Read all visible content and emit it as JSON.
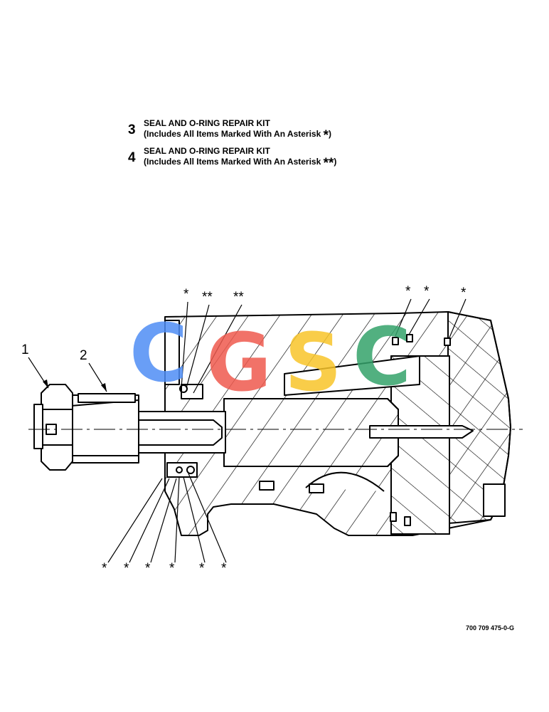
{
  "legend": [
    {
      "number": "3",
      "title": "SEAL AND O-RING REPAIR KIT",
      "desc": "(Includes All Items Marked With An Asterisk",
      "mark": "*",
      "close": ")"
    },
    {
      "number": "4",
      "title": "SEAL AND O-RING REPAIR KIT",
      "desc": "(Includes All Items Marked With An Asterisk",
      "mark": "**",
      "close": ")"
    }
  ],
  "callouts": {
    "item1": "1",
    "item2": "2",
    "top": [
      "*",
      "**",
      "**",
      "*",
      "*",
      "*"
    ],
    "bottom": [
      "*",
      "*",
      "*",
      "*",
      "*",
      "*"
    ]
  },
  "watermark": "CGSC",
  "catalog_number": "700 709 475-0-G",
  "colors": {
    "ink": "#000000",
    "wm_blue": "#4f8ef5",
    "wm_red": "#ef5a4e",
    "wm_yellow": "#f8c52a",
    "wm_green": "#34a36b"
  }
}
